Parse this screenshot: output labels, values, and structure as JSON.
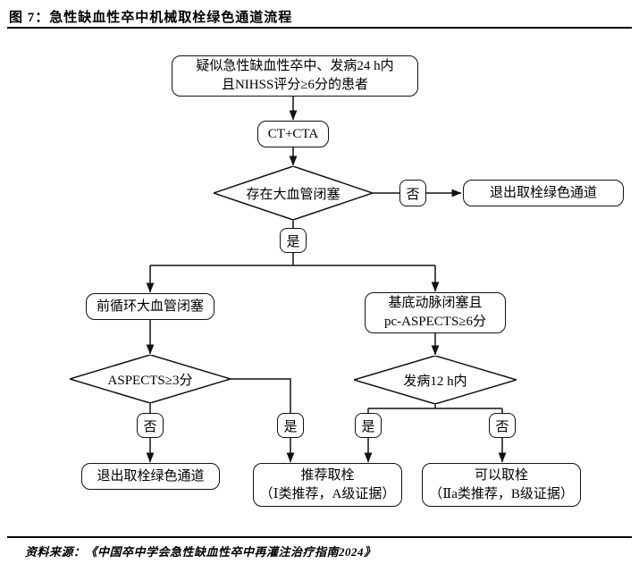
{
  "header": {
    "title": "图 7：急性缺血性卒中机械取栓绿色通道流程"
  },
  "footer": {
    "source": "资料来源：《中国卒中学会急性缺血性卒中再灌注治疗指南2024》"
  },
  "colors": {
    "background": "#ffffff",
    "line": "#111111",
    "text": "#000000"
  },
  "nodes": {
    "start": {
      "line1": "疑似急性缺血性卒中、发病24 h内",
      "line2": "且NIHSS评分≥6分的患者"
    },
    "ct_cta": {
      "label": "CT+CTA"
    },
    "lvo_decision": {
      "label": "存在大血管闭塞"
    },
    "lvo_no": {
      "label": "否"
    },
    "exit_top": {
      "label": "退出取栓绿色通道"
    },
    "lvo_yes": {
      "label": "是"
    },
    "anterior": {
      "label": "前循环大血管闭塞"
    },
    "basilar": {
      "line1": "基底动脉闭塞且",
      "line2": "pc-ASPECTS≥6分"
    },
    "aspects_decision": {
      "label": "ASPECTS≥3分"
    },
    "aspects_no": {
      "label": "否"
    },
    "aspects_yes": {
      "label": "是"
    },
    "onset_decision": {
      "label": "发病12 h内"
    },
    "onset_yes": {
      "label": "是"
    },
    "onset_no": {
      "label": "否"
    },
    "exit_bottom": {
      "label": "退出取栓绿色通道"
    },
    "recommend": {
      "line1": "推荐取栓",
      "line2": "（Ⅰ类推荐，A级证据）"
    },
    "optional": {
      "line1": "可以取栓",
      "line2": "（Ⅱa类推荐，B级证据）"
    }
  },
  "edges": [
    {
      "from": "start",
      "to": "ct_cta",
      "label": ""
    },
    {
      "from": "ct_cta",
      "to": "lvo_decision",
      "label": ""
    },
    {
      "from": "lvo_decision",
      "to": "exit_top",
      "label": "否"
    },
    {
      "from": "lvo_decision",
      "to": "anterior",
      "label": "是"
    },
    {
      "from": "lvo_decision",
      "to": "basilar",
      "label": "是"
    },
    {
      "from": "anterior",
      "to": "aspects_decision",
      "label": ""
    },
    {
      "from": "basilar",
      "to": "onset_decision",
      "label": ""
    },
    {
      "from": "aspects_decision",
      "to": "exit_bottom",
      "label": "否"
    },
    {
      "from": "aspects_decision",
      "to": "recommend",
      "label": "是"
    },
    {
      "from": "onset_decision",
      "to": "recommend",
      "label": "是"
    },
    {
      "from": "onset_decision",
      "to": "optional",
      "label": "否"
    }
  ]
}
